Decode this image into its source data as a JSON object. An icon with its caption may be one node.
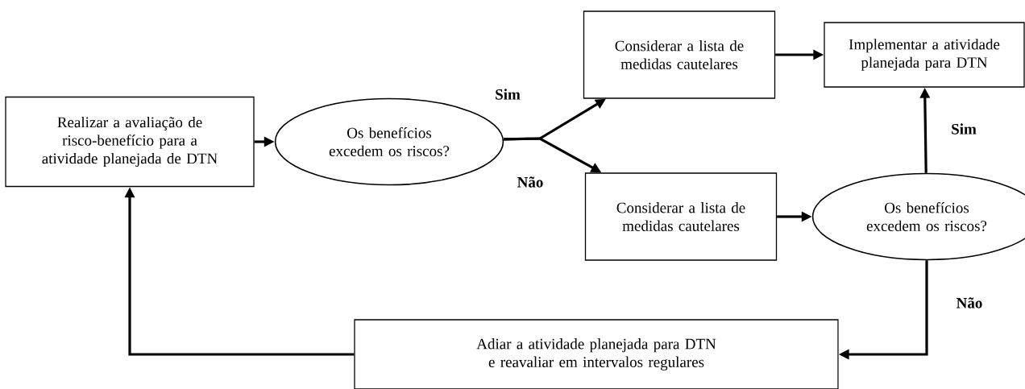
{
  "diagram": {
    "nodes": [
      {
        "text": [
          "Realizar a avaliação de risco-benefício para a atividade planejada de DTN"
        ]
      },
      {
        "text": [
          "Os benefícios excedem os riscos?"
        ]
      },
      {
        "text": [
          "Considerar a lista de medidas cautelares"
        ]
      },
      {
        "text": [
          "Implementar a atividade planejada para DTN"
        ]
      },
      {
        "text": [
          "Considerar a lista de medidas cautelares"
        ]
      },
      {
        "text": [
          "Os benefícios excedem os riscos?"
        ]
      },
      {
        "text": [
          "Adiar a atividade planejada para DTN e reavaliar em intervalos regulares"
        ]
      }
    ],
    "edges": [
      {
        "from": 0,
        "to": 1,
        "arrow": "to"
      },
      {
        "from": 1,
        "to": 2,
        "arrow": "to",
        "label": "Sim"
      },
      {
        "from": 1,
        "to": 4,
        "arrow": "to",
        "label": "Não"
      },
      {
        "from": 2,
        "to": 3,
        "arrow": "to"
      },
      {
        "from": 4,
        "to": 5,
        "arrow": "to"
      },
      {
        "from": 5,
        "to": 3,
        "arrow": "to",
        "label": "Sim"
      },
      {
        "from": 5,
        "to": 6,
        "arrow": "to",
        "label": "Não"
      },
      {
        "from": 6,
        "to": 0,
        "arrow": "to"
      }
    ]
  }
}
